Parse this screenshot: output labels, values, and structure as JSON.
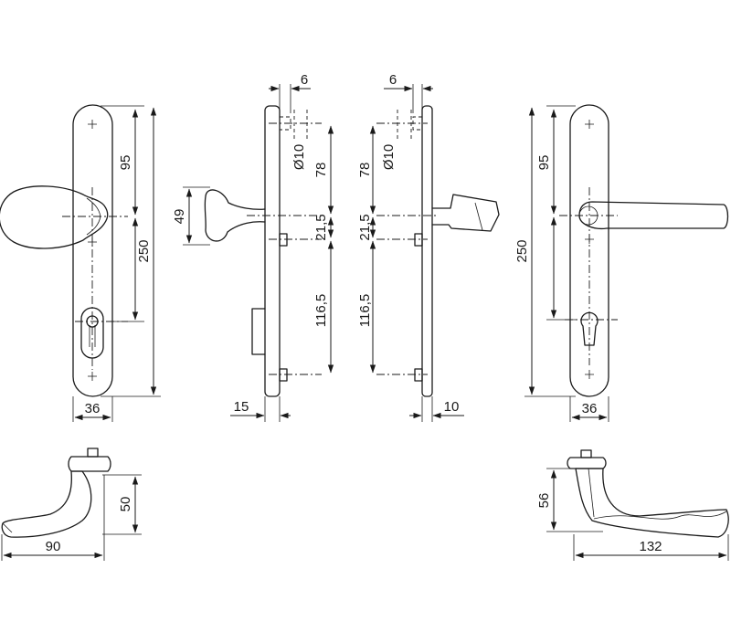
{
  "dimensions": {
    "front_left": {
      "plate_width": "36",
      "spindle_to_cylinder": "95",
      "plate_length": "250"
    },
    "side_knob": {
      "knob_height": "49",
      "square_size": "6",
      "bore": "Ø10",
      "top_to_spindle": "78",
      "spindle_to_screw": "21,5",
      "screw_to_screw": "116,5",
      "plate_thickness": "15"
    },
    "side_lever": {
      "square_size": "6",
      "bore": "Ø10",
      "top_to_spindle": "78",
      "spindle_to_screw": "21,5",
      "screw_to_screw": "116,5",
      "plate_thickness": "10"
    },
    "front_right": {
      "spindle_to_cylinder": "95",
      "plate_length": "250",
      "plate_width": "36"
    },
    "top_left": {
      "height": "50",
      "length": "90"
    },
    "top_right": {
      "height": "56",
      "length": "132"
    }
  }
}
